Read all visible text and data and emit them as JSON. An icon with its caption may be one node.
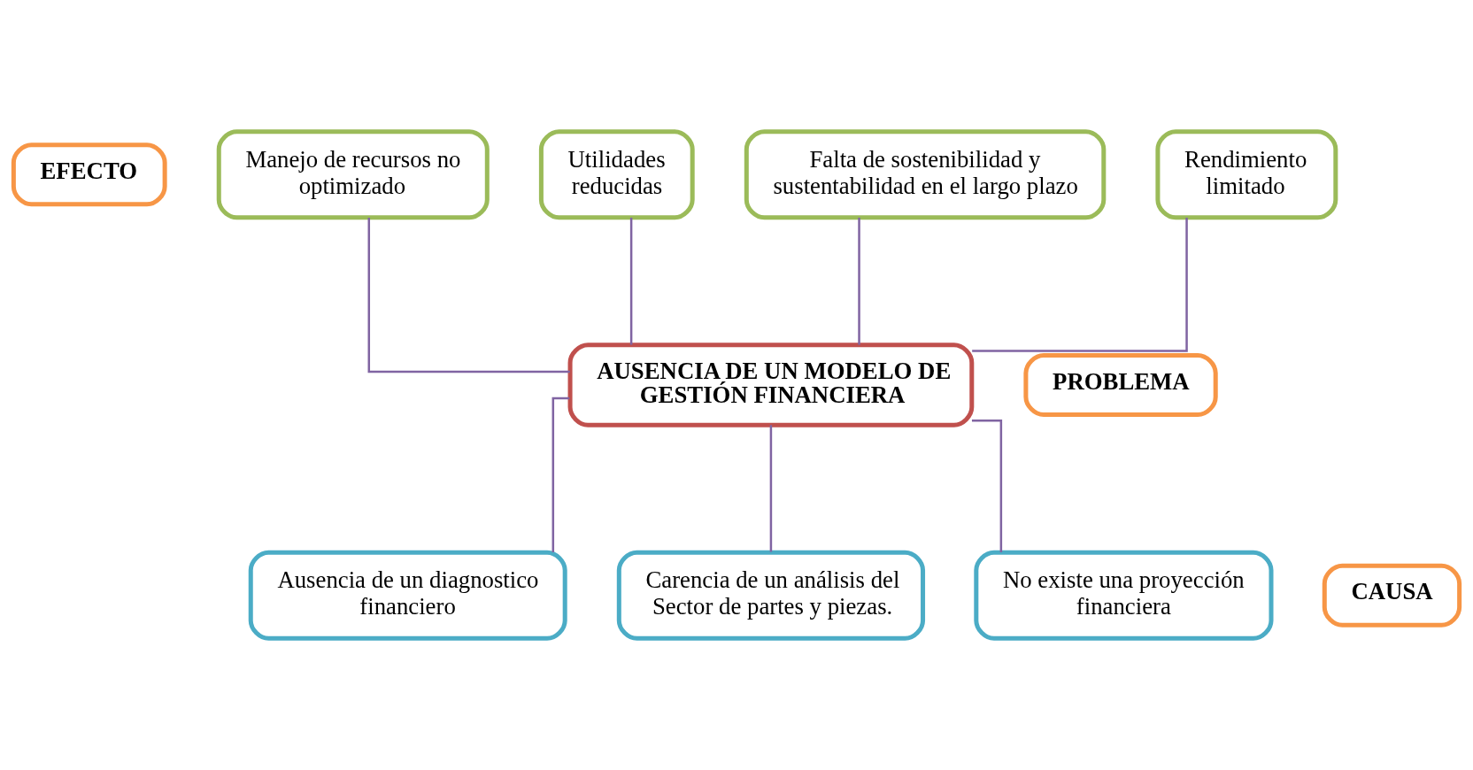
{
  "diagram": {
    "nodes": [
      {
        "text": [
          "EFECTO"
        ]
      },
      {
        "text": [
          "PROBLEMA"
        ]
      },
      {
        "text": [
          "CAUSA"
        ]
      },
      {
        "text": [
          "Manejo de recursos no optimizado"
        ]
      },
      {
        "text": [
          "Utilidades reducidas"
        ]
      },
      {
        "text": [
          "Falta de sostenibilidad y sustentabilidad en el largo plazo"
        ]
      },
      {
        "text": [
          "Rendimiento limitado"
        ]
      },
      {
        "text": [
          "AUSENCIA DE UN MODELO DE GESTIÓN FINANCIERA"
        ]
      },
      {
        "text": [
          "Ausencia de un diagnostico financiero"
        ]
      },
      {
        "text": [
          "Carencia de un análisis del Sector de partes y piezas."
        ]
      },
      {
        "text": [
          "No existe una proyección financiera"
        ]
      }
    ],
    "edges": [
      {
        "from": 3,
        "to": 7,
        "arrow": "none"
      },
      {
        "from": 4,
        "to": 7,
        "arrow": "none"
      },
      {
        "from": 5,
        "to": 7,
        "arrow": "none"
      },
      {
        "from": 6,
        "to": 7,
        "arrow": "none"
      },
      {
        "from": 7,
        "to": 8,
        "arrow": "none"
      },
      {
        "from": 7,
        "to": 9,
        "arrow": "none"
      },
      {
        "from": 7,
        "to": 10,
        "arrow": "none"
      }
    ]
  }
}
